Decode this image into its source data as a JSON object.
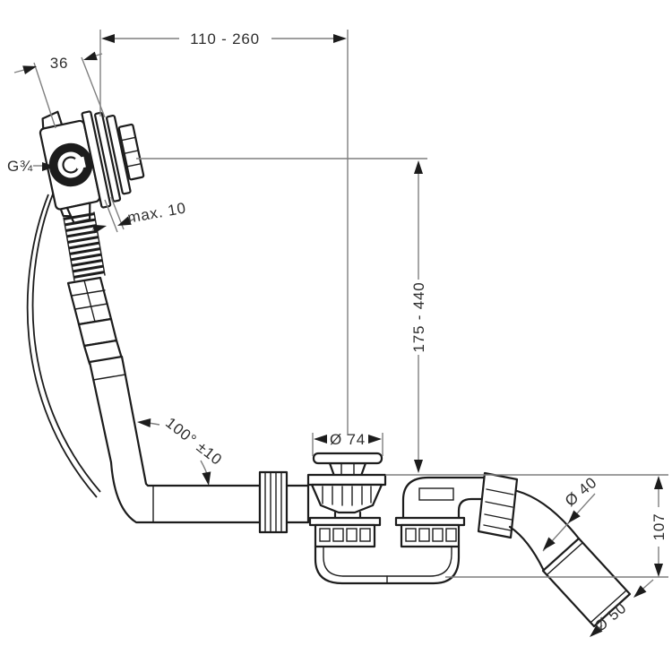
{
  "drawing": {
    "type": "technical-dimension-drawing",
    "product": "bathtub-waste-and-overflow-set-with-trap",
    "colors": {
      "background": "#ffffff",
      "line": "#1c1c1c",
      "dimension": "#7f7f7f",
      "text": "#2d2d2d"
    },
    "dimensions": {
      "overflow_to_drain_span": "110 - 260",
      "fitting_depth": "36",
      "thread_size": "G¾",
      "max_panel_thickness": "max. 10",
      "overflow_height_range": "175 - 440",
      "waste_flange_diameter": "Ø 74",
      "hose_angle": "100° ±10",
      "outlet_pipe_diameter": "Ø 40",
      "outlet_drop_height": "107",
      "outlet_connector_diameter": "Ø 50"
    }
  }
}
